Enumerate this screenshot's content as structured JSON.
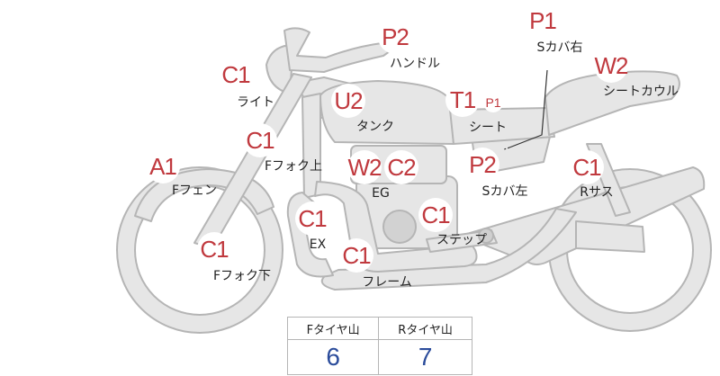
{
  "badges": [
    {
      "id": "handle",
      "code": "P2"
    },
    {
      "id": "s-cover-r",
      "code": "P1"
    },
    {
      "id": "seat-cowl",
      "code": "W2"
    },
    {
      "id": "light",
      "code": "C1"
    },
    {
      "id": "tank",
      "code": "U2"
    },
    {
      "id": "seat",
      "code": "T1"
    },
    {
      "id": "seat-sub",
      "code": "P1"
    },
    {
      "id": "f-fork-upper",
      "code": "C1"
    },
    {
      "id": "f-fender",
      "code": "A1"
    },
    {
      "id": "eg-1",
      "code": "W2"
    },
    {
      "id": "eg-2",
      "code": "C2"
    },
    {
      "id": "s-cover-l",
      "code": "P2"
    },
    {
      "id": "r-sus",
      "code": "C1"
    },
    {
      "id": "ex",
      "code": "C1"
    },
    {
      "id": "step",
      "code": "C1"
    },
    {
      "id": "f-fork-lower",
      "code": "C1"
    },
    {
      "id": "frame",
      "code": "C1"
    }
  ],
  "labels": {
    "handle": "ハンドル",
    "s_cover_r": "Sカバ右",
    "seat_cowl": "シートカウル",
    "light": "ライト",
    "tank": "タンク",
    "seat": "シート",
    "f_fork_upper": "Fフォク上",
    "f_fender": "Fフェン",
    "eg": "EG",
    "s_cover_l": "Sカバ左",
    "r_sus": "Rサス",
    "ex": "EX",
    "step": "ステップ",
    "f_fork_lower": "Fフォク下",
    "frame": "フレーム"
  },
  "tread": {
    "front_header": "Fタイヤ山",
    "rear_header": "Rタイヤ山",
    "front_value": "6",
    "rear_value": "7"
  },
  "colors": {
    "badge_text": "#c0393e",
    "part_fill": "#e6e6e6",
    "part_stroke": "#b5b5b5",
    "tread_value": "#2b4c9b"
  }
}
